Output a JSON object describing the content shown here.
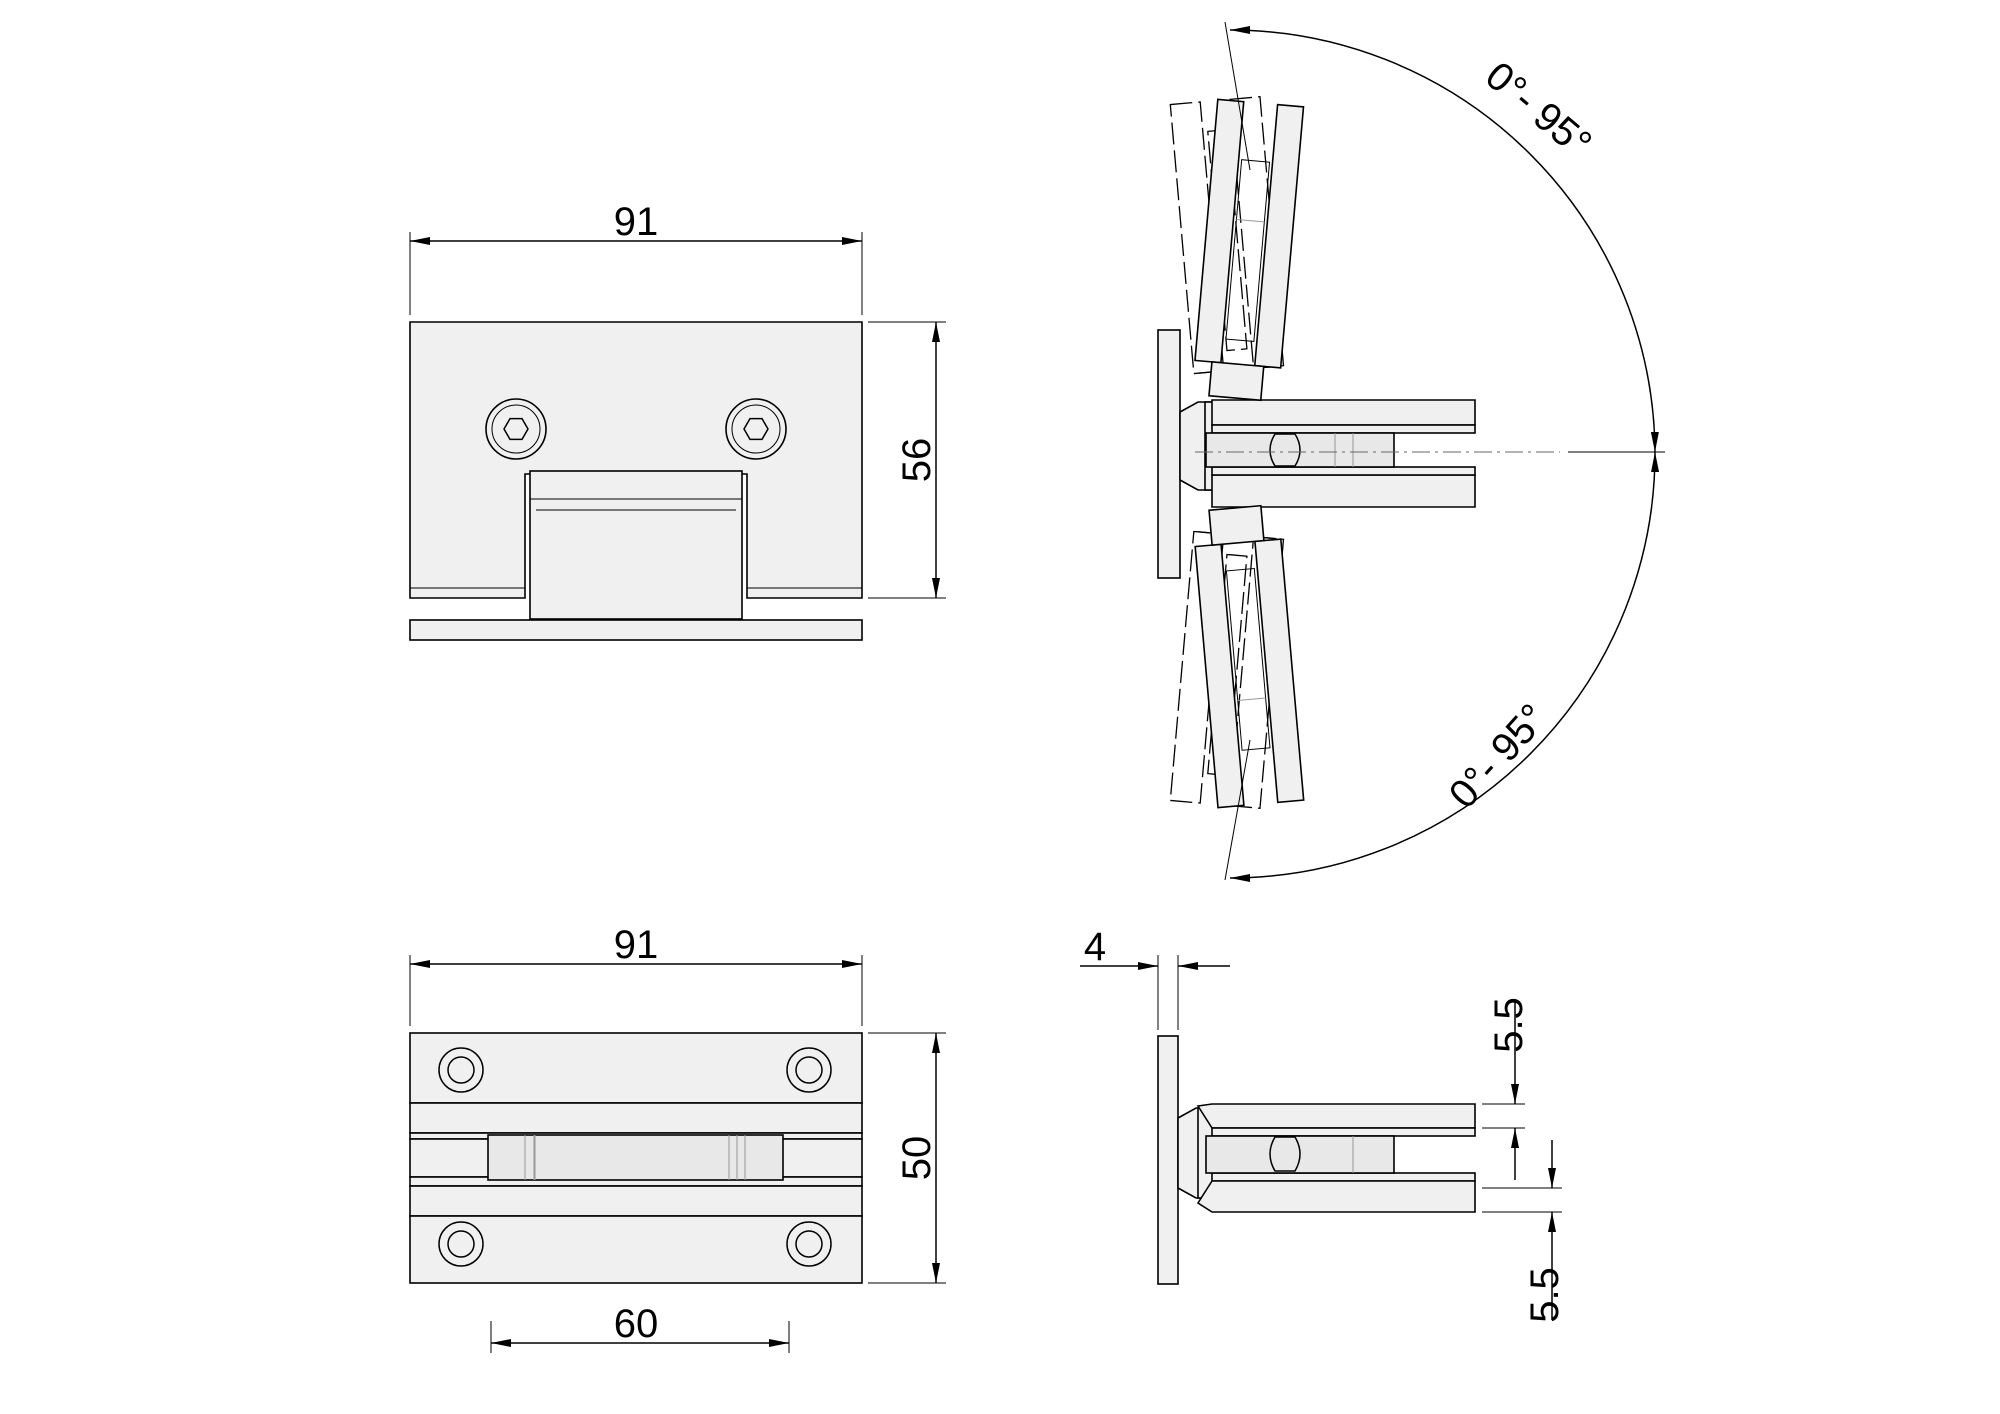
{
  "dimensions": {
    "front_width": "91",
    "front_height": "56",
    "top_width": "91",
    "top_height": "50",
    "top_hole_spacing": "60",
    "side_plate_thickness": "4",
    "side_gap_upper": "5.5",
    "side_gap_lower": "5.5",
    "angle_upper": "0°- 95°",
    "angle_lower": "0°- 95°"
  },
  "colors": {
    "line": "#000000",
    "fill": "#f0f0f0",
    "background": "#ffffff"
  }
}
